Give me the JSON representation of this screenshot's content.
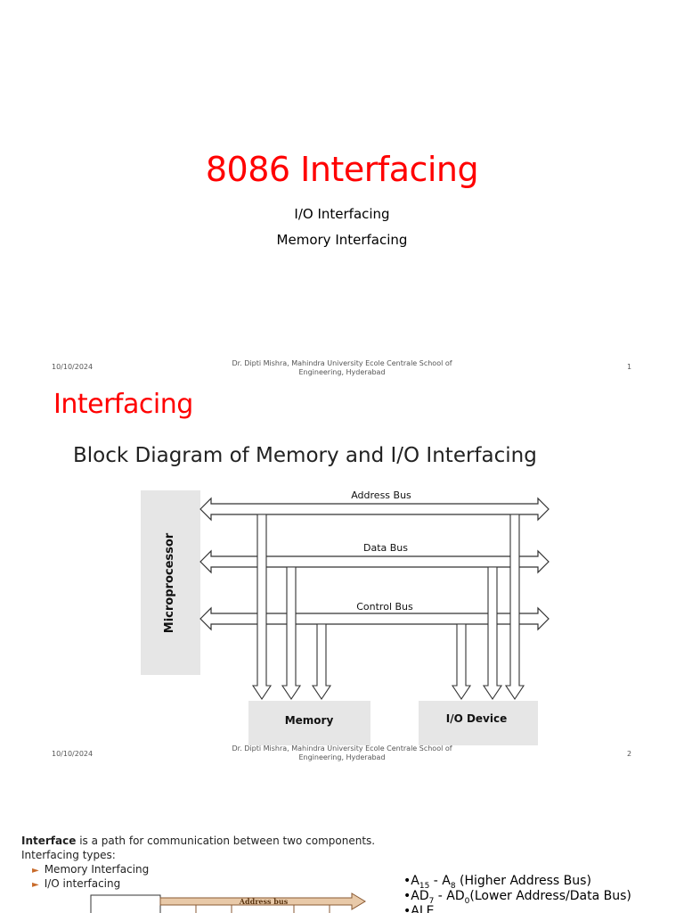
{
  "slide1": {
    "title": "8086 Interfacing",
    "subtitles": [
      "I/O Interfacing",
      "Memory Interfacing"
    ],
    "footer": {
      "date": "10/10/2024",
      "author_line1": "Dr. Dipti Mishra, Mahindra University Ecole Centrale School of",
      "author_line2": "Engineering, Hyderabad",
      "page": "1"
    }
  },
  "slide2": {
    "title": "Interfacing",
    "diagram_title": "Block Diagram of Memory and I/O Interfacing",
    "blocks": {
      "processor": "Microprocessor",
      "memory": "Memory",
      "io": "I/O Device"
    },
    "buses": {
      "address": "Address Bus",
      "data": "Data Bus",
      "control": "Control Bus"
    },
    "footer": {
      "date": "10/10/2024",
      "author_line1": "Dr. Dipti Mishra, Mahindra University Ecole Centrale School of",
      "author_line2": "Engineering, Hyderabad",
      "page": "2"
    }
  },
  "slide3": {
    "interface_word": "Interface",
    "interface_def": " is a path for communication between two components.",
    "types_label": "Interfacing types:",
    "types": [
      "Memory Interfacing",
      "I/O interfacing"
    ],
    "bus_label": "Address bus",
    "signals": [
      {
        "a": "A",
        "a_sub": "15",
        "b": " - A",
        "b_sub": "8",
        "rest": " (Higher Address Bus)"
      },
      {
        "a": "AD",
        "a_sub": "7",
        "b": " - AD",
        "b_sub": "0",
        "rest": "(Lower Address/Data Bus)"
      },
      {
        "a": "ALE",
        "a_sub": "",
        "b": "",
        "b_sub": "",
        "rest": ""
      }
    ]
  }
}
